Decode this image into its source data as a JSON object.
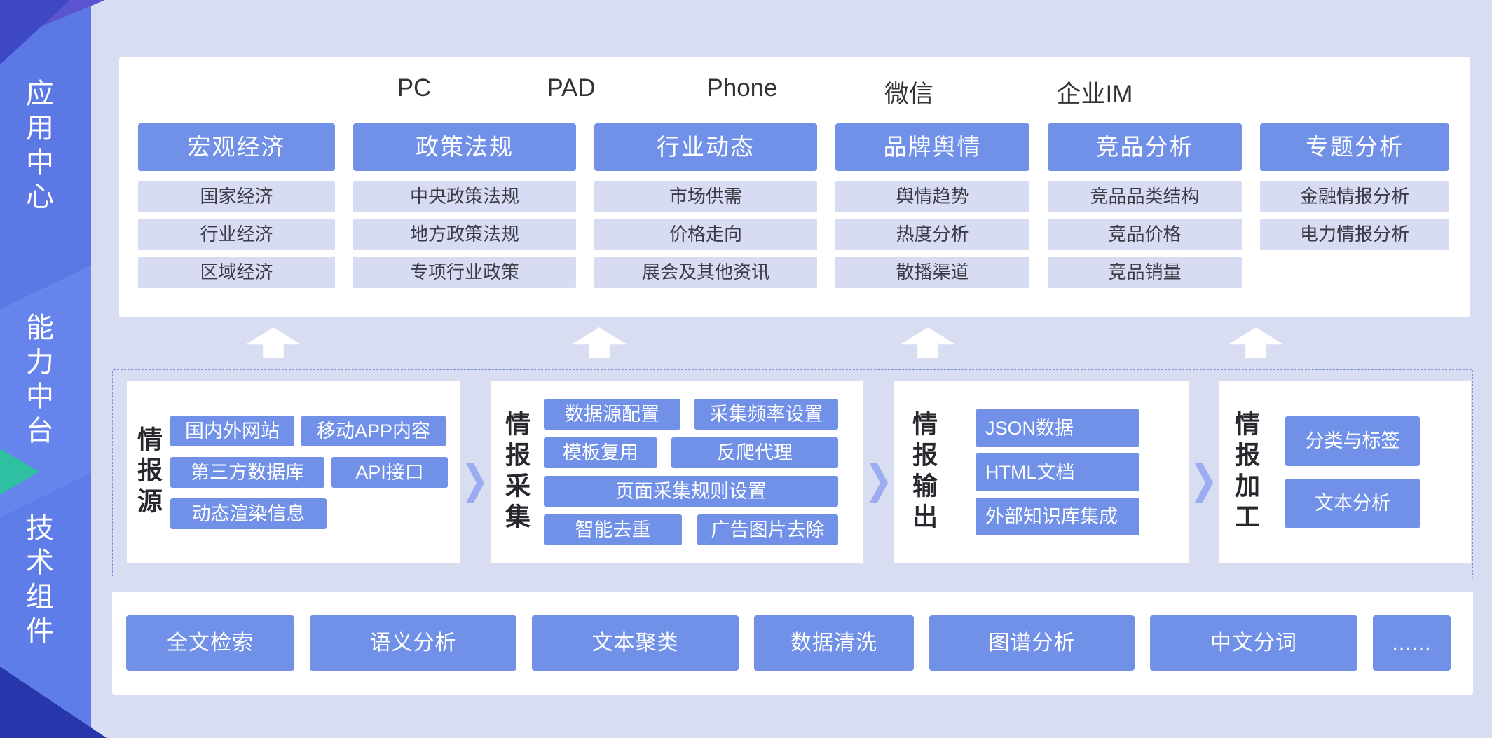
{
  "sidebar": {
    "sections": [
      {
        "label": "应用中心"
      },
      {
        "label": "能力中台"
      },
      {
        "label": "技术组件"
      }
    ]
  },
  "devices": [
    "PC",
    "PAD",
    "Phone",
    "微信",
    "企业IM"
  ],
  "app_columns": [
    {
      "title": "宏观经济",
      "items": [
        "国家经济",
        "行业经济",
        "区域经济"
      ]
    },
    {
      "title": "政策法规",
      "items": [
        "中央政策法规",
        "地方政策法规",
        "专项行业政策"
      ]
    },
    {
      "title": "行业动态",
      "items": [
        "市场供需",
        "价格走向",
        "展会及其他资讯"
      ]
    },
    {
      "title": "品牌舆情",
      "items": [
        "舆情趋势",
        "热度分析",
        "散播渠道"
      ]
    },
    {
      "title": "竞品分析",
      "items": [
        "竞品品类结构",
        "竞品价格",
        "竞品销量"
      ]
    },
    {
      "title": "专题分析",
      "items": [
        "金融情报分析",
        "电力情报分析"
      ]
    }
  ],
  "middle": {
    "panels": [
      {
        "label": "情报源",
        "rows": [
          [
            "国内外网站",
            "移动APP内容"
          ],
          [
            "第三方数据库",
            "API接口"
          ],
          [
            "动态渲染信息"
          ]
        ]
      },
      {
        "label": "情报采集",
        "rows": [
          [
            "数据源配置",
            "采集频率设置"
          ],
          [
            "模板复用",
            "反爬代理"
          ],
          [
            "页面采集规则设置"
          ],
          [
            "智能去重",
            "广告图片去除"
          ]
        ]
      },
      {
        "label": "情报输出",
        "rows": [
          [
            "JSON数据"
          ],
          [
            "HTML文档"
          ],
          [
            "外部知识库集成"
          ]
        ]
      },
      {
        "label": "情报加工",
        "rows": [
          [
            "分类与标签"
          ],
          [
            "文本分析"
          ]
        ]
      }
    ]
  },
  "tech_components": [
    "全文检索",
    "语义分析",
    "文本聚类",
    "数据清洗",
    "图谱分析",
    "中文分词",
    "......"
  ],
  "colors": {
    "primary_blue": "#7191E8",
    "chip_light": "#D7DCF3",
    "background": "#D8DDF1",
    "sidebar_blue": "#5C7AE6",
    "accent_green": "#2FC0A1",
    "deep_navy": "#2836AC",
    "panel_white": "#FFFFFF"
  }
}
